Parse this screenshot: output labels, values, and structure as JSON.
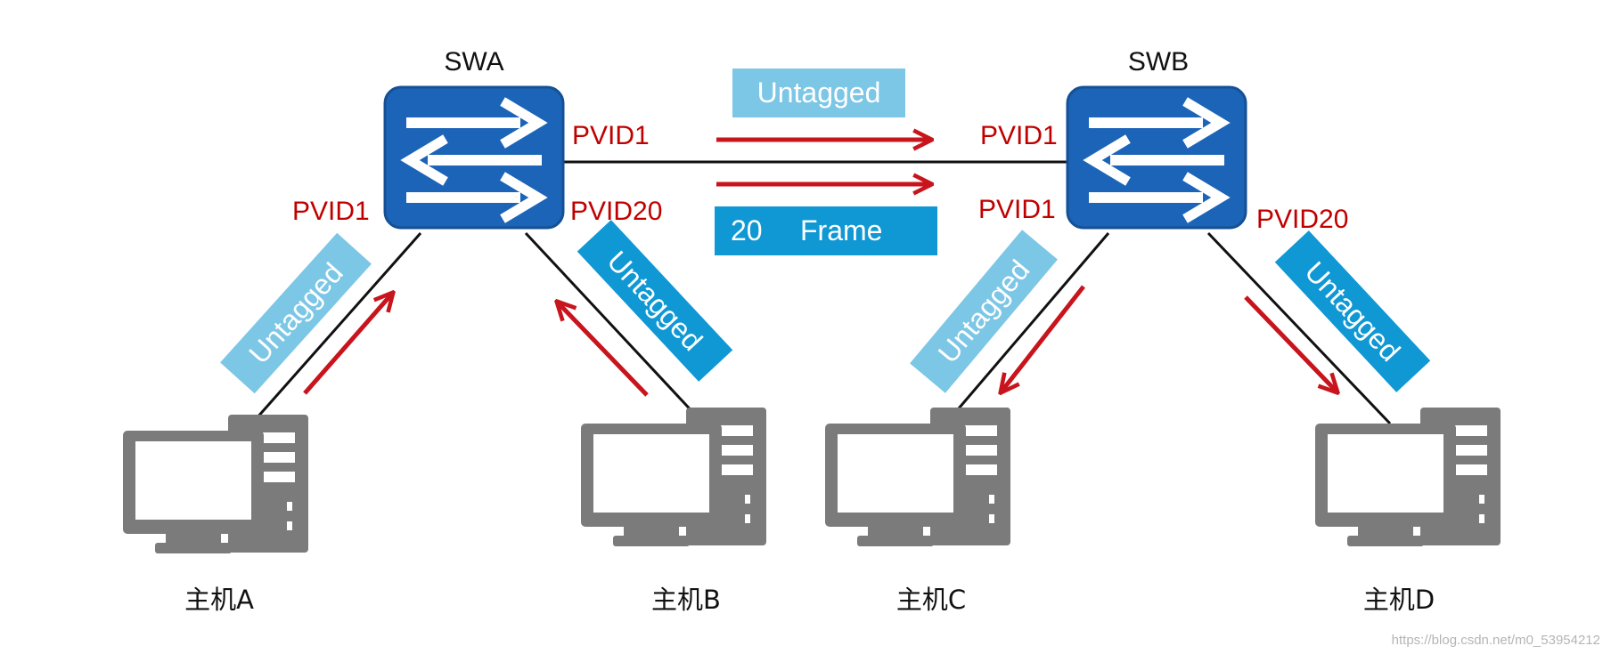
{
  "colors": {
    "switch_fill": "#1b64b8",
    "switch_edge": "#155095",
    "link": "#111111",
    "pvid_text": "#c00000",
    "flow_arrow": "#c8141c",
    "tag_light": "#7cc6e6",
    "tag_dark": "#1098d4",
    "computer": "#7b7b7b"
  },
  "switches": [
    {
      "id": "swa",
      "label": "SWA"
    },
    {
      "id": "swb",
      "label": "SWB"
    }
  ],
  "ports": {
    "swa_trunk": "PVID1",
    "swa_to_host_a": "PVID1",
    "swa_to_host_b": "PVID20",
    "swb_trunk": "PVID1",
    "swb_to_host_c": "PVID1",
    "swb_to_host_d": "PVID20"
  },
  "tags": {
    "trunk_top": "Untagged",
    "trunk_bottom_vlan": "20",
    "trunk_bottom_word": "Frame",
    "host_a": "Untagged",
    "host_b": "Untagged",
    "host_c": "Untagged",
    "host_d": "Untagged"
  },
  "hosts": [
    {
      "id": "a",
      "label": "主机A"
    },
    {
      "id": "b",
      "label": "主机B"
    },
    {
      "id": "c",
      "label": "主机C"
    },
    {
      "id": "d",
      "label": "主机D"
    }
  ],
  "watermark": "https://blog.csdn.net/m0_53954212"
}
